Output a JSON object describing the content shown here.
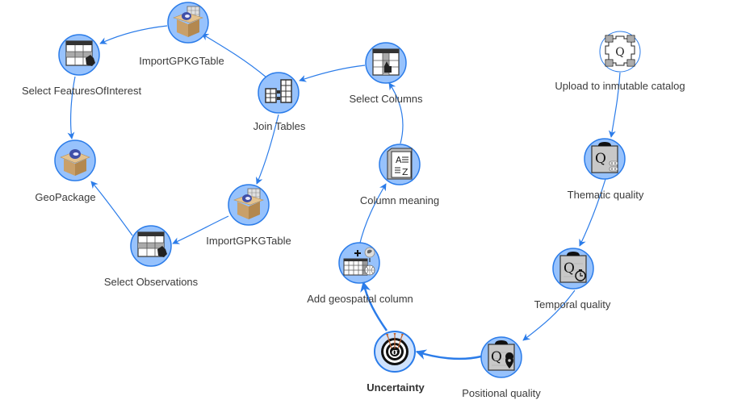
{
  "diagram": {
    "title": "",
    "colors": {
      "node_fill": "#97c2fc",
      "node_border": "#2b7ce9",
      "edge": "#2b7ce9",
      "label": "#3a3a3a"
    },
    "nodes": [
      {
        "id": "import-gpkg-top",
        "label": "ImportGPKGTable",
        "icon": "geopackage-table-icon",
        "bold": false
      },
      {
        "id": "select-foi",
        "label": "Select FeaturesOfInterest",
        "icon": "table-select-icon",
        "bold": false
      },
      {
        "id": "geopackage",
        "label": "GeoPackage",
        "icon": "geopackage-icon",
        "bold": false
      },
      {
        "id": "join-tables",
        "label": "Join Tables",
        "icon": "join-tables-icon",
        "bold": false
      },
      {
        "id": "import-gpkg-bottom",
        "label": "ImportGPKGTable",
        "icon": "geopackage-table-icon",
        "bold": false
      },
      {
        "id": "select-observations",
        "label": "Select Observations",
        "icon": "table-select-icon",
        "bold": false
      },
      {
        "id": "select-columns",
        "label": "Select Columns",
        "icon": "column-select-icon",
        "bold": false
      },
      {
        "id": "column-meaning",
        "label": "Column meaning",
        "icon": "dictionary-icon",
        "bold": false
      },
      {
        "id": "add-geospatial-column",
        "label": "Add geospatial column",
        "icon": "add-geo-column-icon",
        "bold": false
      },
      {
        "id": "uncertainty",
        "label": "Uncertainty",
        "icon": "uncertainty-target-icon",
        "bold": true
      },
      {
        "id": "positional-quality",
        "label": "Positional quality",
        "icon": "positional-quality-icon",
        "bold": false
      },
      {
        "id": "temporal-quality",
        "label": "Temporal quality",
        "icon": "temporal-quality-icon",
        "bold": false
      },
      {
        "id": "thematic-quality",
        "label": "Thematic quality",
        "icon": "thematic-quality-icon",
        "bold": false
      },
      {
        "id": "upload-catalog",
        "label": "Upload to inmutable catalog",
        "icon": "catalog-network-icon",
        "bold": false
      }
    ],
    "edges": [
      {
        "from": "upload-catalog",
        "to": "thematic-quality"
      },
      {
        "from": "thematic-quality",
        "to": "temporal-quality"
      },
      {
        "from": "temporal-quality",
        "to": "positional-quality"
      },
      {
        "from": "positional-quality",
        "to": "uncertainty"
      },
      {
        "from": "uncertainty",
        "to": "add-geospatial-column"
      },
      {
        "from": "add-geospatial-column",
        "to": "column-meaning"
      },
      {
        "from": "column-meaning",
        "to": "select-columns"
      },
      {
        "from": "select-columns",
        "to": "join-tables"
      },
      {
        "from": "join-tables",
        "to": "import-gpkg-top"
      },
      {
        "from": "import-gpkg-top",
        "to": "select-foi"
      },
      {
        "from": "select-foi",
        "to": "geopackage"
      },
      {
        "from": "join-tables",
        "to": "import-gpkg-bottom"
      },
      {
        "from": "import-gpkg-bottom",
        "to": "select-observations"
      },
      {
        "from": "select-observations",
        "to": "geopackage"
      }
    ]
  }
}
